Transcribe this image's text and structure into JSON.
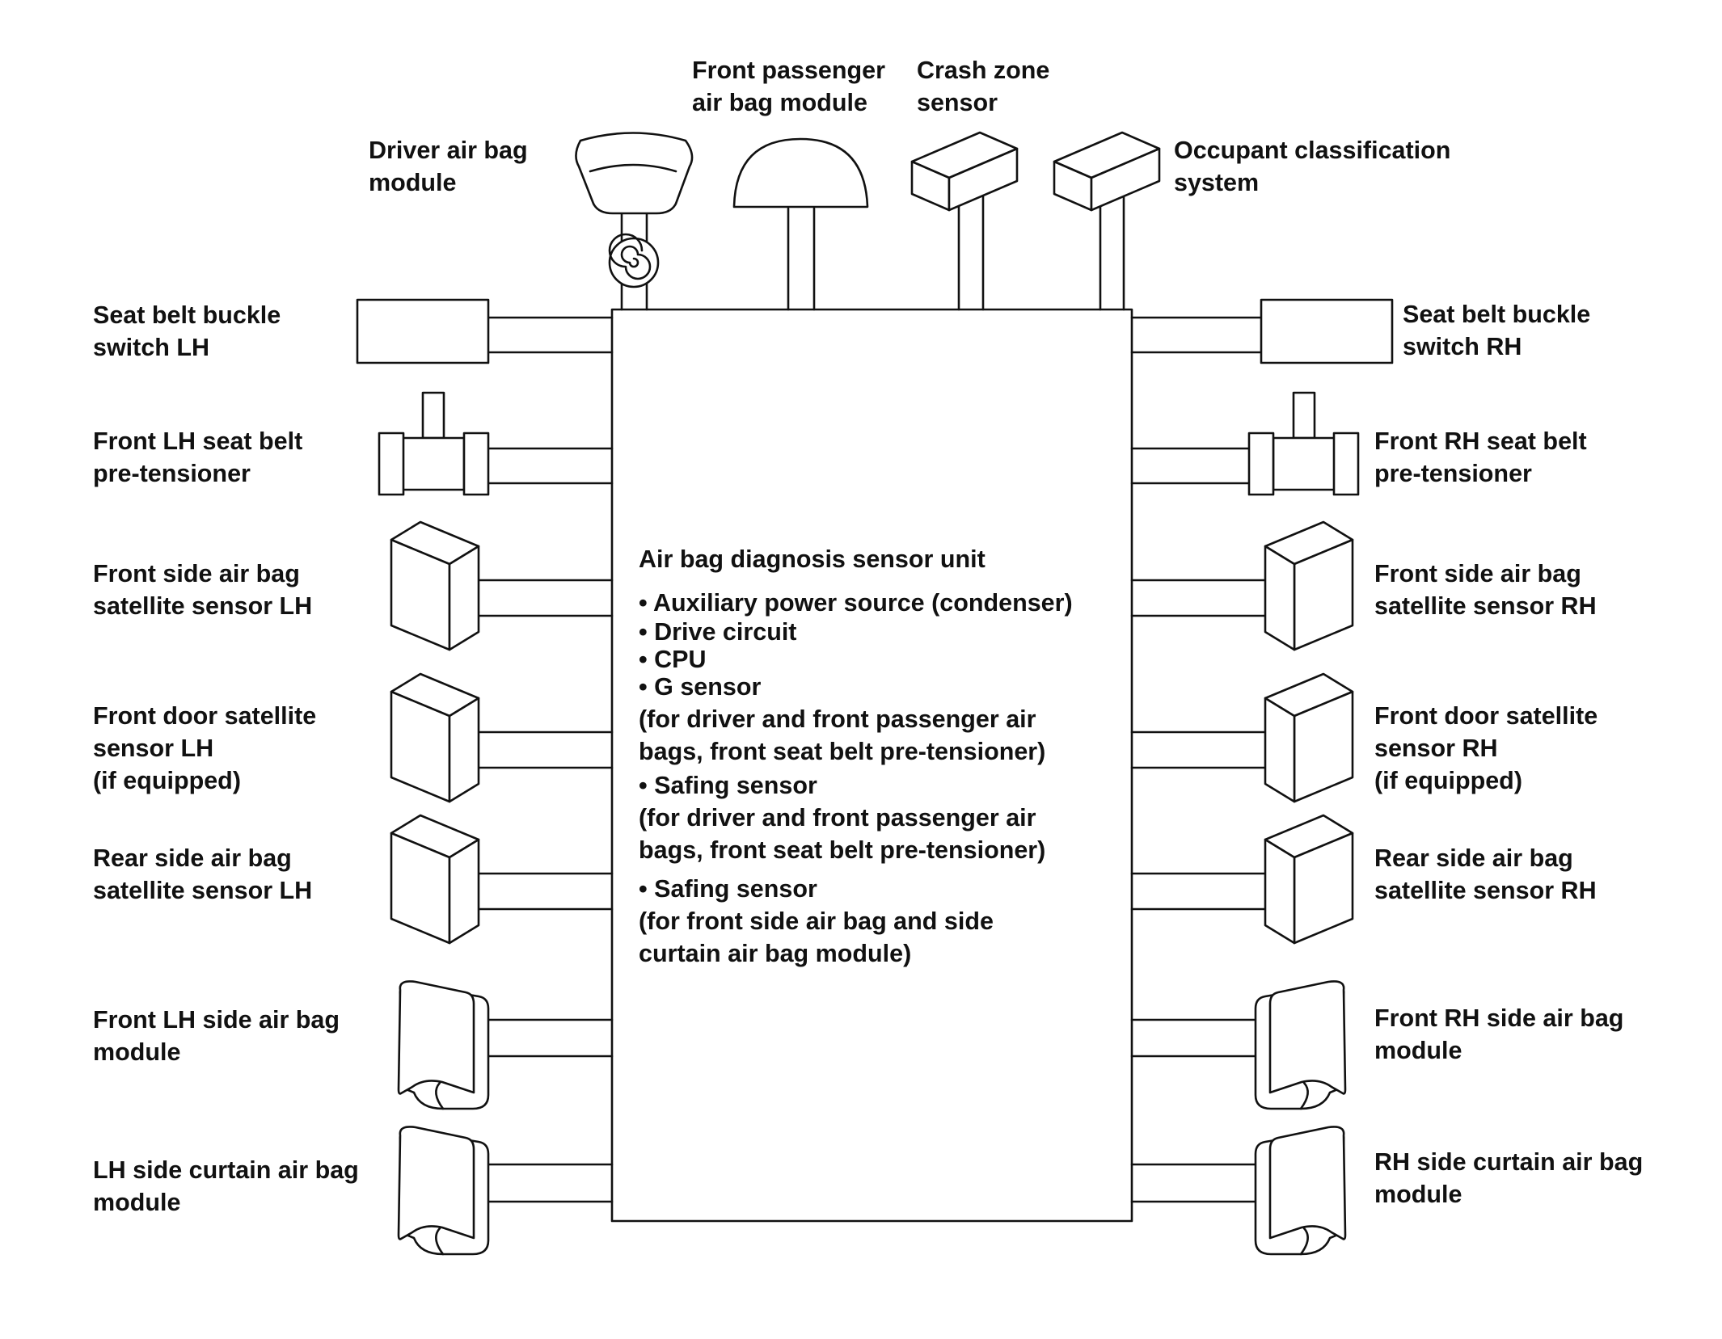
{
  "diagram": {
    "center_unit": {
      "title": "Air bag diagnosis sensor unit",
      "items": [
        "• Auxiliary power source (condenser)",
        "• Drive circuit",
        "• CPU",
        "• G sensor",
        "(for driver and front passenger air",
        "bags, front seat belt pre-tensioner)",
        "• Safing sensor",
        "(for driver and front passenger air",
        "bags, front seat belt pre-tensioner)",
        "• Safing sensor",
        "(for front side air bag and side",
        "curtain air bag module)"
      ]
    },
    "top_labels": {
      "driver_airbag": [
        "Driver air bag",
        "module"
      ],
      "front_passenger_airbag": [
        "Front passenger",
        "air bag module"
      ],
      "crash_zone_sensor": [
        "Crash zone",
        "sensor"
      ],
      "occupant_classification": [
        "Occupant classification",
        "system"
      ]
    },
    "left_labels": {
      "seat_belt_buckle_lh": [
        "Seat belt buckle",
        "switch LH"
      ],
      "pretensioner_lh": [
        "Front LH seat belt",
        "pre-tensioner"
      ],
      "front_side_satellite_lh": [
        "Front side air bag",
        "satellite sensor LH"
      ],
      "front_door_satellite_lh": [
        "Front door satellite",
        "sensor LH",
        "(if equipped)"
      ],
      "rear_side_satellite_lh": [
        "Rear side air bag",
        "satellite sensor LH"
      ],
      "front_side_airbag_lh": [
        "Front LH side air bag",
        "module"
      ],
      "curtain_airbag_lh": [
        "LH side curtain air bag",
        "module"
      ]
    },
    "right_labels": {
      "seat_belt_buckle_rh": [
        "Seat belt buckle",
        "switch RH"
      ],
      "pretensioner_rh": [
        "Front RH seat belt",
        "pre-tensioner"
      ],
      "front_side_satellite_rh": [
        "Front side air bag",
        "satellite sensor RH"
      ],
      "front_door_satellite_rh": [
        "Front door satellite",
        "sensor RH",
        "(if equipped)"
      ],
      "rear_side_satellite_rh": [
        "Rear side air bag",
        "satellite sensor RH"
      ],
      "front_side_airbag_rh": [
        "Front RH side air bag",
        "module"
      ],
      "curtain_airbag_rh": [
        "RH side curtain air bag",
        "module"
      ]
    }
  }
}
